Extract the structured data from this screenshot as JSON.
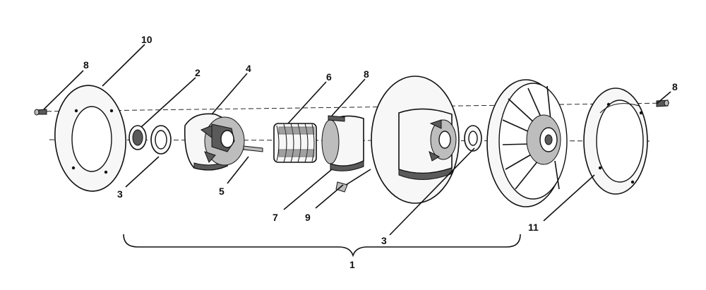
{
  "diagram": {
    "callouts": {
      "c1": "1",
      "c2": "2",
      "c3a": "3",
      "c3b": "3",
      "c4": "4",
      "c5": "5",
      "c6": "6",
      "c7": "7",
      "c8a": "8",
      "c8b": "8",
      "c8c": "8",
      "c9": "9",
      "c10": "10",
      "c11": "11"
    }
  }
}
